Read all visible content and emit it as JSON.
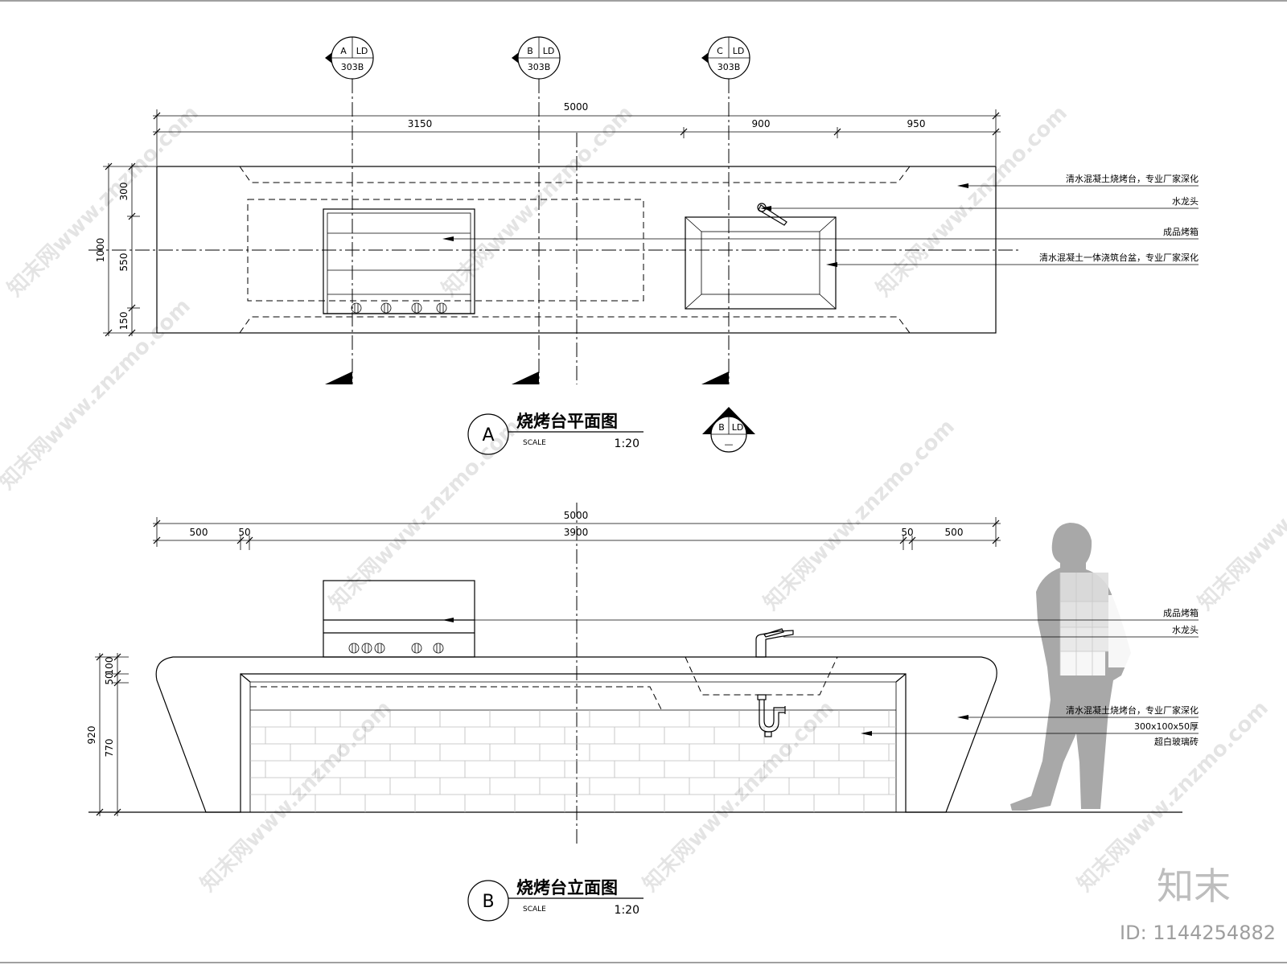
{
  "plan": {
    "title": "烧烤台平面图",
    "circle": "A",
    "scale_label": "SCALE",
    "scale_ratio": "1:20",
    "dims": {
      "total": "5000",
      "seg1": "3150",
      "seg2": "900",
      "seg3": "950",
      "left_total": "1000",
      "left1": "300",
      "left2": "550",
      "left3": "150"
    },
    "section_markers": [
      {
        "letter": "A",
        "code": "LD",
        "sheet": "303B"
      },
      {
        "letter": "B",
        "code": "LD",
        "sheet": "303B"
      },
      {
        "letter": "C",
        "code": "LD",
        "sheet": "303B"
      }
    ],
    "callouts": [
      "清水混凝土烧烤台，专业厂家深化",
      "水龙头",
      "成品烤箱",
      "清水混凝土一体浇筑台盆，专业厂家深化"
    ]
  },
  "view_marker": {
    "letter": "B",
    "code": "LD",
    "sheet": "—"
  },
  "elevation": {
    "title": "烧烤台立面图",
    "circle": "B",
    "scale_label": "SCALE",
    "scale_ratio": "1:20",
    "dims": {
      "total": "5000",
      "seg_a": "500",
      "seg_b": "50",
      "seg_mid": "3900",
      "seg_c": "50",
      "seg_d": "500",
      "height_total": "920",
      "height_main": "770",
      "h1": "100",
      "h2": "50"
    },
    "callouts": [
      "成品烤箱",
      "水龙头",
      "清水混凝土烧烤台，专业厂家深化",
      "300x100x50厚",
      "超白玻璃砖"
    ]
  },
  "watermark": {
    "text": "知末网www.znzmo.com",
    "brand": "知末",
    "id": "ID: 1144254882"
  }
}
